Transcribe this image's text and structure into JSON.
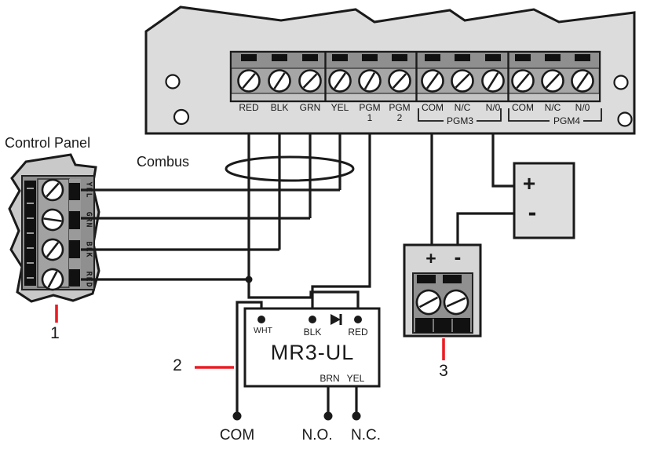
{
  "diagram": {
    "control_panel": {
      "title": "Control Panel",
      "wire_labels": [
        {
          "label": "YEL"
        },
        {
          "label": "GRN"
        },
        {
          "label": "BLK"
        },
        {
          "label": "RED"
        }
      ]
    },
    "combus_label": "Combus",
    "module": {
      "terminals": [
        {
          "label": "RED"
        },
        {
          "label": "BLK"
        },
        {
          "label": "GRN"
        },
        {
          "label": "YEL"
        },
        {
          "label": "PGM",
          "sub": "1"
        },
        {
          "label": "PGM",
          "sub": "2"
        },
        {
          "label": "COM"
        },
        {
          "label": "N/C"
        },
        {
          "label": "N/0"
        },
        {
          "label": "COM"
        },
        {
          "label": "N/C"
        },
        {
          "label": "N/0"
        }
      ],
      "group_labels": [
        {
          "label": "PGM3"
        },
        {
          "label": "PGM4"
        }
      ]
    },
    "relay": {
      "name": "MR3-UL",
      "wire_wht": "WHT",
      "wire_blk": "BLK",
      "wire_red": "RED",
      "wire_brn": "BRN",
      "wire_yel": "YEL"
    },
    "contacts": {
      "com": "COM",
      "no": "N.O.",
      "nc": "N.C."
    },
    "battery": {
      "plus": "+",
      "minus": "-"
    },
    "connector": {
      "plus": "+",
      "minus": "-"
    },
    "callouts": [
      {
        "number": "1"
      },
      {
        "number": "2"
      },
      {
        "number": "3"
      }
    ],
    "colors": {
      "wire": "#1a1a1a",
      "leader_line": "#ec1c24",
      "module_fill": "#dcdcdc",
      "panel_fill": "#c9c9c9",
      "strip_fill": "#a6a6a6",
      "relay_fill": "#ffffff"
    }
  }
}
